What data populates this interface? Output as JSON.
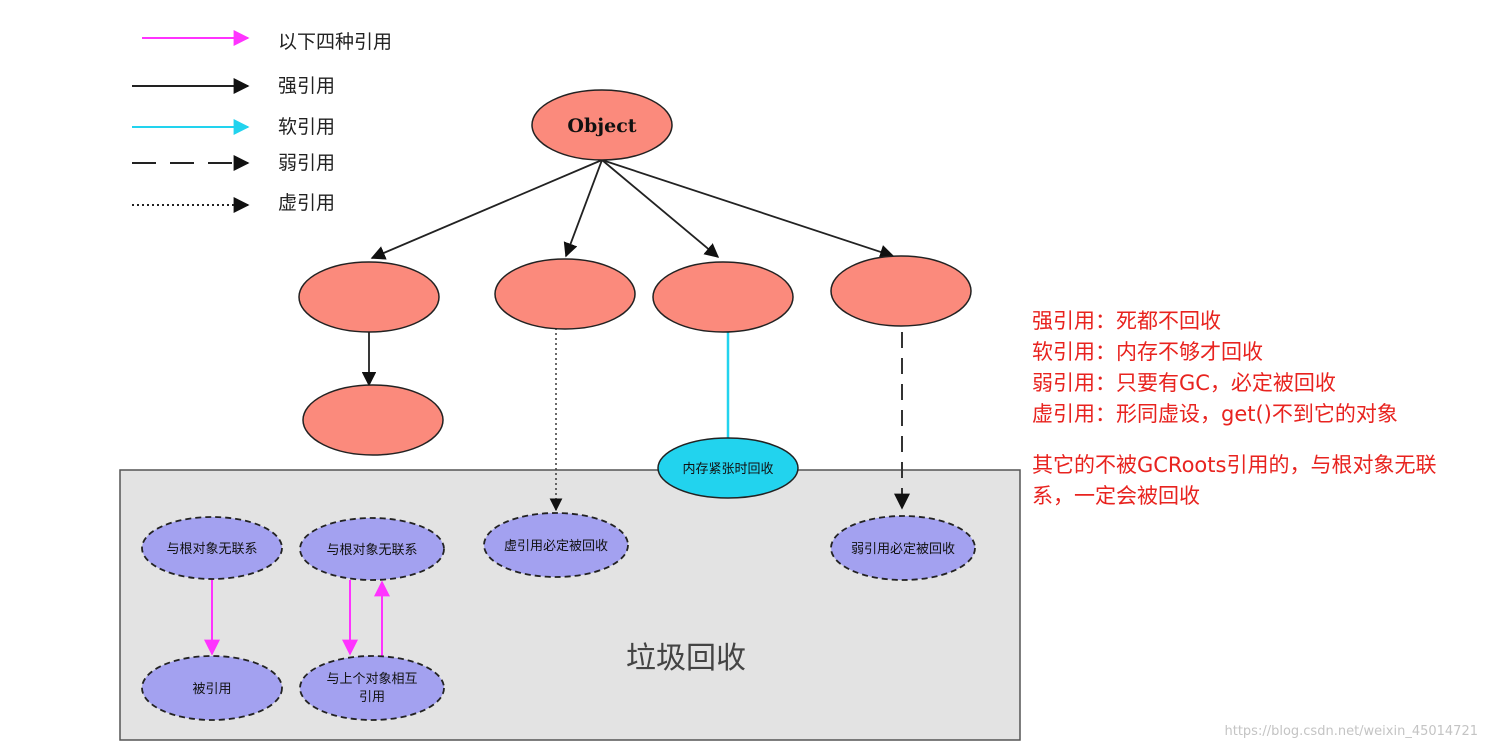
{
  "legend": [
    {
      "id": "ref",
      "label": "以下四种引用",
      "style": "solid",
      "color": "#ff33ff"
    },
    {
      "id": "strong",
      "label": "强引用",
      "style": "solid",
      "color": "#222222"
    },
    {
      "id": "soft",
      "label": "软引用",
      "style": "solid",
      "color": "#22d3ee"
    },
    {
      "id": "weak",
      "label": "弱引用",
      "style": "dashed",
      "color": "#222222"
    },
    {
      "id": "phantom",
      "label": "虚引用",
      "style": "dotted",
      "color": "#222222"
    }
  ],
  "root_node": {
    "label": "Object"
  },
  "gc_area": {
    "label": "垃圾回收"
  },
  "nodes": {
    "phantom_target": {
      "label": "虚引用必定被回收"
    },
    "soft_target": {
      "label": "内存紧张时回收"
    },
    "weak_target": {
      "label": "弱引用必定被回收"
    },
    "unlinked_1": {
      "label": "与根对象无联系"
    },
    "unlinked_2": {
      "label": "与根对象无联系"
    },
    "referenced": {
      "label": "被引用"
    },
    "mutual_line1": "与上个对象相互",
    "mutual_line2": "引用"
  },
  "notes": [
    "强引用：死都不回收",
    "软引用：内存不够才回收",
    "弱引用：只要有GC，必定被回收",
    "虚引用：形同虚设，get()不到它的对象",
    "",
    "其它的不被GCRoots引用的，与根对象无联",
    "系，一定会被回收"
  ],
  "watermark": "https://blog.csdn.net/weixin_45014721",
  "colors": {
    "salmon": "#fb8a7c",
    "lavender": "#a3a1f0",
    "cyan": "#22d3ee",
    "magenta": "#ff33ff",
    "gc_fill": "#e3e3e3",
    "note_red": "#e8231f"
  }
}
